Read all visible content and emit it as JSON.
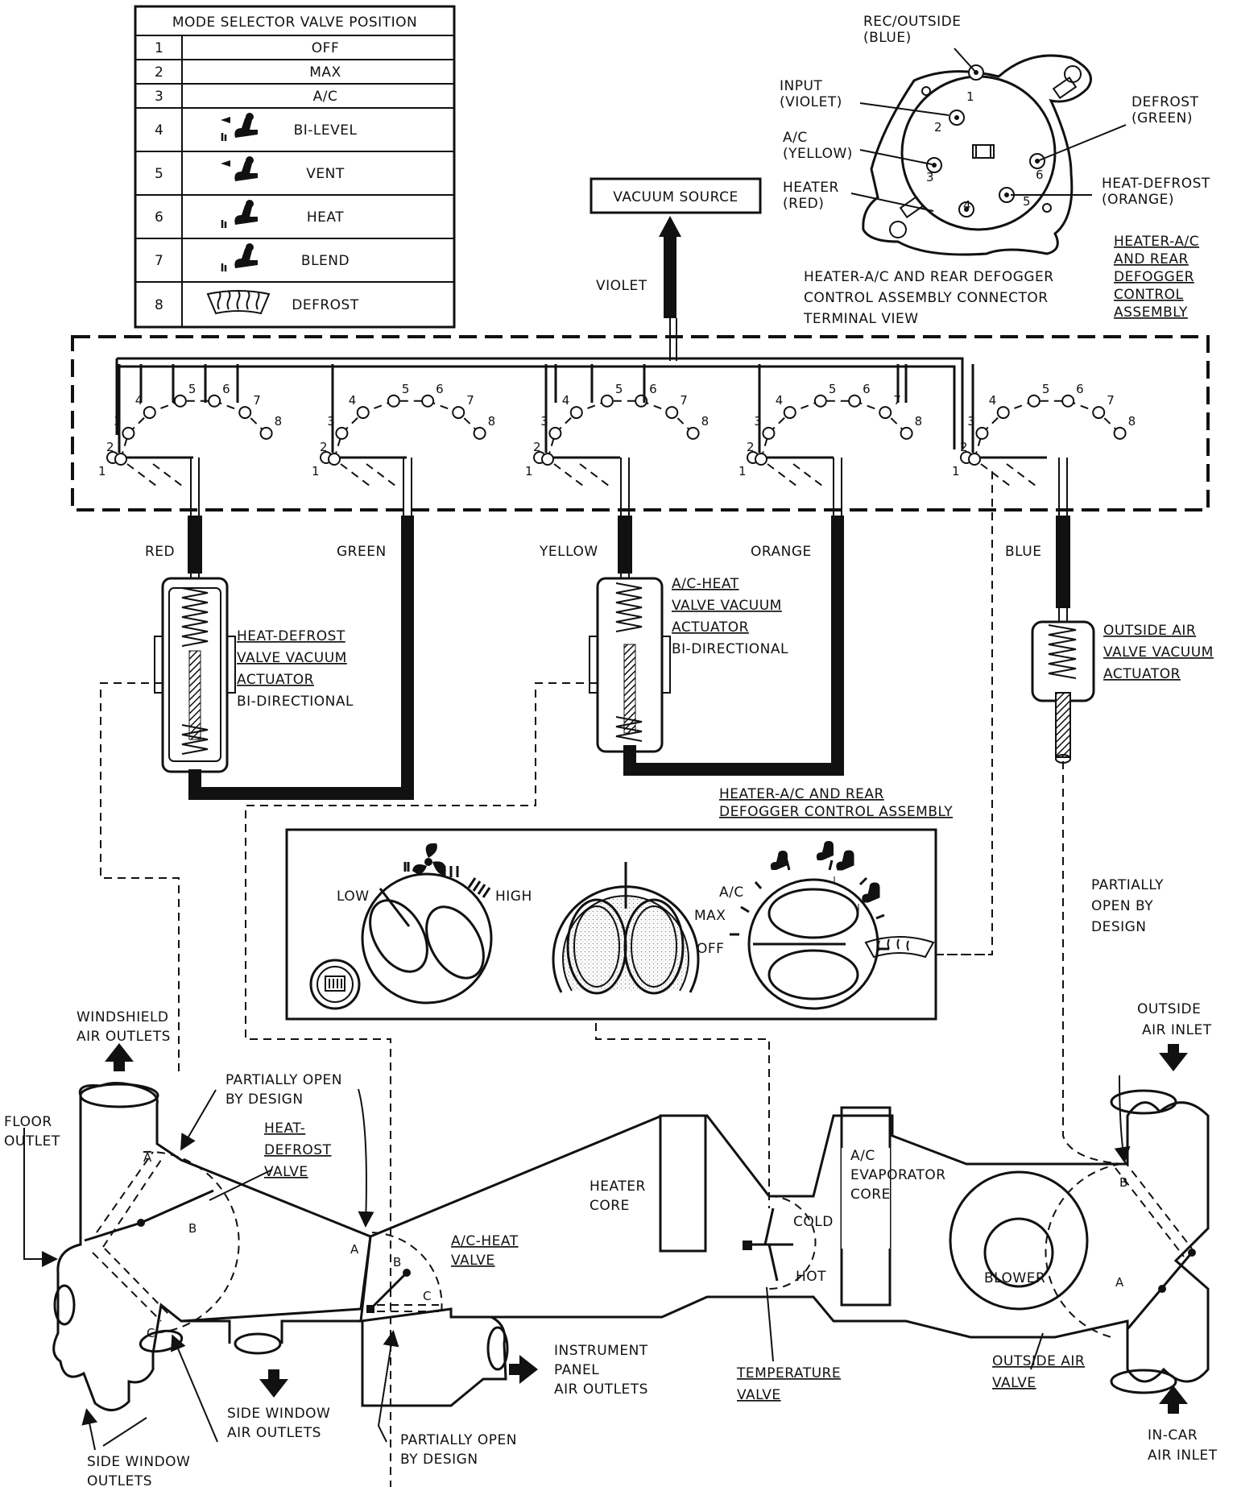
{
  "mode_table": {
    "header": "MODE SELECTOR VALVE POSITION",
    "rows": [
      {
        "num": "1",
        "label": "OFF",
        "icon": ""
      },
      {
        "num": "2",
        "label": "MAX",
        "icon": ""
      },
      {
        "num": "3",
        "label": "A/C",
        "icon": ""
      },
      {
        "num": "4",
        "label": "BI-LEVEL",
        "icon": "bi-level-icon"
      },
      {
        "num": "5",
        "label": "VENT",
        "icon": "vent-icon"
      },
      {
        "num": "6",
        "label": "HEAT",
        "icon": "heat-icon"
      },
      {
        "num": "7",
        "label": "BLEND",
        "icon": "blend-icon"
      },
      {
        "num": "8",
        "label": "DEFROST",
        "icon": "defrost-icon"
      }
    ]
  },
  "vacuum_source": "VACUUM SOURCE",
  "violet": "VIOLET",
  "connector": {
    "rec_outside": [
      "REC/OUTSIDE",
      "(BLUE)"
    ],
    "input": [
      "INPUT",
      "(VIOLET)"
    ],
    "ac": [
      "A/C",
      "(YELLOW)"
    ],
    "heater": [
      "HEATER",
      "(RED)"
    ],
    "defrost": [
      "DEFROST",
      "(GREEN)"
    ],
    "heat_defrost": [
      "HEAT-DEFROST",
      "(ORANGE)"
    ],
    "caption": [
      "HEATER-A/C AND REAR DEFOGGER",
      "CONTROL ASSEMBLY CONNECTOR",
      "TERMINAL VIEW"
    ],
    "pins": [
      "1",
      "2",
      "3",
      "4",
      "5",
      "6"
    ]
  },
  "control_assembly_label": [
    "HEATER-A/C",
    "AND REAR",
    "DEFOGGER",
    "CONTROL",
    "ASSEMBLY"
  ],
  "valve_numbers": [
    "1",
    "2",
    "3",
    "4",
    "5",
    "6",
    "7",
    "8"
  ],
  "hoses": [
    {
      "num": "4",
      "color": "RED"
    },
    {
      "num": "6",
      "color": "GREEN"
    },
    {
      "num": "3",
      "color": "YELLOW"
    },
    {
      "num": "5",
      "color": "ORANGE"
    },
    {
      "num": "1",
      "color": "BLUE"
    }
  ],
  "actuators": {
    "heat_defrost": [
      "HEAT-DEFROST",
      "VALVE VACUUM",
      "ACTUATOR",
      "BI-DIRECTIONAL"
    ],
    "ac_heat": [
      "A/C-HEAT",
      "VALVE VACUUM",
      "ACTUATOR",
      "BI-DIRECTIONAL"
    ],
    "outside_air": [
      "OUTSIDE AIR",
      "VALVE VACUUM",
      "ACTUATOR"
    ]
  },
  "panel": {
    "title": [
      "HEATER-A/C AND REAR",
      "DEFOGGER CONTROL ASSEMBLY"
    ],
    "low": "LOW",
    "high": "HIGH",
    "ac": "A/C",
    "max": "MAX",
    "off": "OFF"
  },
  "duct": {
    "windshield": [
      "WINDSHIELD",
      "AIR OUTLETS"
    ],
    "floor": [
      "FLOOR",
      "OUTLET"
    ],
    "partially_open_1": [
      "PARTIALLY OPEN",
      "BY DESIGN"
    ],
    "heat_defrost_valve": [
      "HEAT-",
      "DEFROST",
      "VALVE"
    ],
    "ac_heat_valve": [
      "A/C-HEAT",
      "VALVE"
    ],
    "heater_core": [
      "HEATER",
      "CORE"
    ],
    "cold": "COLD",
    "hot": "HOT",
    "evaporator": [
      "A/C",
      "EVAPORATOR",
      "CORE"
    ],
    "blower": "BLOWER",
    "partially_open_3": [
      "PARTIALLY",
      "OPEN BY",
      "DESIGN"
    ],
    "outside_air_inlet": [
      "OUTSIDE",
      "AIR INLET"
    ],
    "in_car_inlet": [
      "IN-CAR",
      "AIR INLET"
    ],
    "instrument_panel": [
      "INSTRUMENT",
      "PANEL",
      "AIR OUTLETS"
    ],
    "temperature_valve": [
      "TEMPERATURE",
      "VALVE"
    ],
    "outside_air_valve": [
      "OUTSIDE AIR",
      "VALVE"
    ],
    "side_window_air": [
      "SIDE WINDOW",
      "AIR OUTLETS"
    ],
    "partially_open_2": [
      "PARTIALLY OPEN",
      "BY DESIGN"
    ],
    "side_window_outlets": [
      "SIDE WINDOW",
      "OUTLETS"
    ],
    "letters": [
      "A",
      "B",
      "C"
    ]
  }
}
